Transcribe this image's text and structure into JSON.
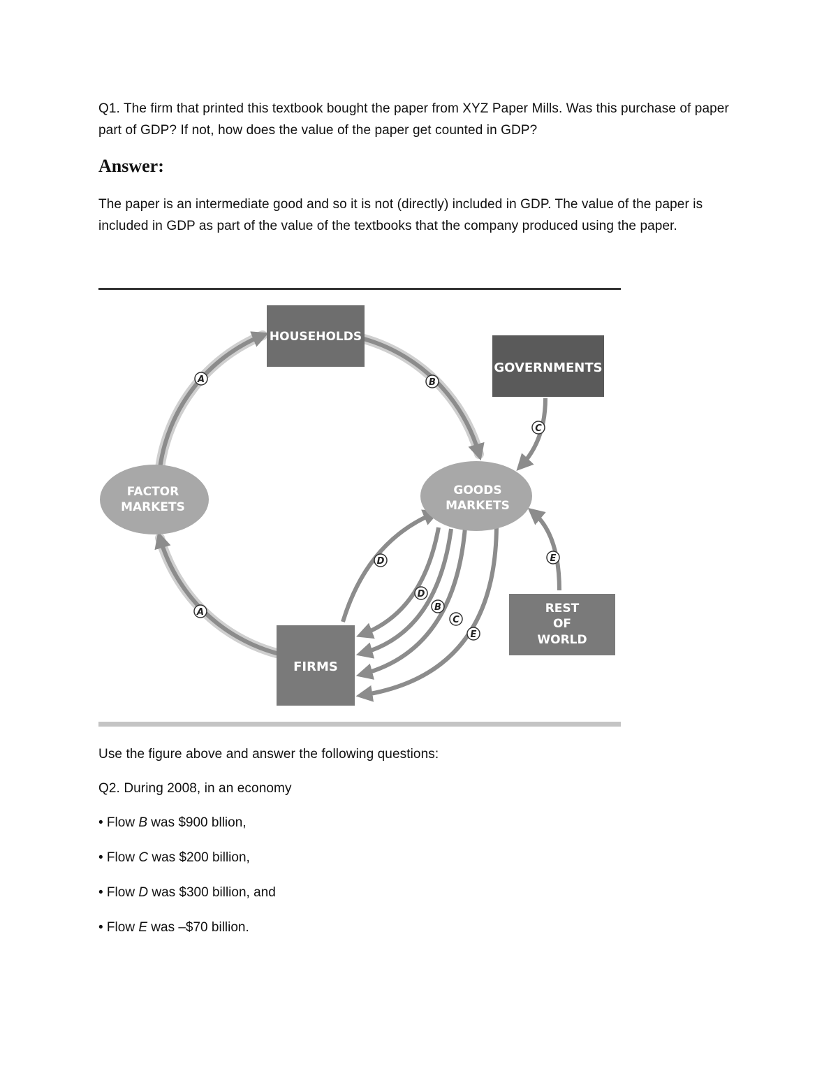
{
  "q1": {
    "label": "Q1.",
    "text": " The firm that printed this textbook bought the paper from XYZ Paper Mills. Was this purchase of paper part of GDP? If not, how does the value of the paper get counted in GDP?"
  },
  "answer": {
    "heading": "Answer:",
    "text": "The paper is an intermediate good and so it is not (directly) included in GDP. The value of the paper is included in GDP as part of the value of the textbooks that the company produced using the paper."
  },
  "figure": {
    "boxes": {
      "households": "HOUSEHOLDS",
      "governments": "GOVERNMENTS",
      "factor_markets": [
        "FACTOR",
        "MARKETS"
      ],
      "goods_markets": [
        "GOODS",
        "MARKETS"
      ],
      "firms": "FIRMS",
      "rest_of_world": [
        "REST",
        "OF",
        "WORLD"
      ]
    },
    "markers": {
      "a_top": "A",
      "b_top": "B",
      "c_top": "C",
      "d_upper": "D",
      "e_right": "E",
      "a_bottom": "A",
      "d_lower": "D",
      "b_lower": "B",
      "c_lower": "C",
      "e_lower": "E"
    },
    "colors": {
      "box_dark": "#6e6e6e",
      "box_mid": "#8a8a8a",
      "ellipse": "#a8a8a8",
      "arrow": "#8c8c8c",
      "arrow_light": "#c8c8c8"
    }
  },
  "intro_text": "Use the figure above and answer the following questions:",
  "q2": {
    "label": "Q2.",
    "text": " During 2008, in an economy"
  },
  "flows": [
    {
      "prefix": "• Flow ",
      "letter": "B",
      "suffix": " was $900 bllion,"
    },
    {
      "prefix": "• Flow ",
      "letter": "C",
      "suffix": " was $200 billion,"
    },
    {
      "prefix": "• Flow ",
      "letter": "D",
      "suffix": " was $300 billion, and"
    },
    {
      "prefix": "• Flow ",
      "letter": "E",
      "suffix": " was –$70 billion."
    }
  ]
}
